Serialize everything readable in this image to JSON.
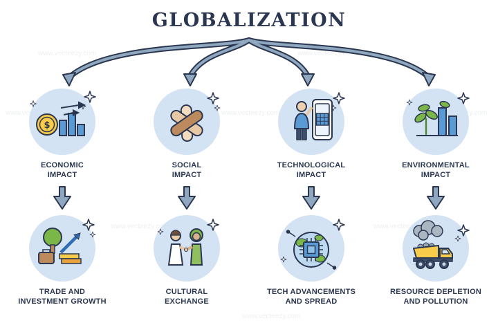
{
  "title": "GLOBALIZATION",
  "watermark": {
    "text": "www.vecteezy.com"
  },
  "colors": {
    "navy_outline": "#2b3750",
    "arrow_steel": "#8fa8c0",
    "circle_bg": "#d3e3f3",
    "accent_yellow": "#f9cb4a",
    "accent_blue": "#5b9bd5",
    "accent_green": "#7ab648",
    "skin_tan": "#e9c9a4",
    "brown": "#bd8a5e"
  },
  "columns": [
    {
      "impact": {
        "line1": "ECONOMIC",
        "line2": "IMPACT",
        "icon": "dollar-coin-bar-chart-icon"
      },
      "outcome": {
        "line1": "TRADE AND",
        "line2": "INVESTMENT GROWTH",
        "icon": "tree-books-growth-arrow-icon"
      }
    },
    {
      "impact": {
        "line1": "SOCIAL",
        "line2": "IMPACT",
        "icon": "joined-hands-icon"
      },
      "outcome": {
        "line1": "CULTURAL",
        "line2": "EXCHANGE",
        "icon": "people-handshake-icon"
      }
    },
    {
      "impact": {
        "line1": "TECHNOLOGICAL",
        "line2": "IMPACT",
        "icon": "person-smartphone-cube-icon"
      },
      "outcome": {
        "line1": "TECH ADVANCEMENTS",
        "line2": "AND SPREAD",
        "icon": "chip-globe-circuit-icon"
      }
    },
    {
      "impact": {
        "line1": "ENVIRONMENTAL",
        "line2": "IMPACT",
        "icon": "plants-bar-chart-icon"
      },
      "outcome": {
        "line1": "RESOURCE DEPLETION",
        "line2": "AND POLLUTION",
        "icon": "dump-truck-smoke-icon"
      }
    }
  ]
}
